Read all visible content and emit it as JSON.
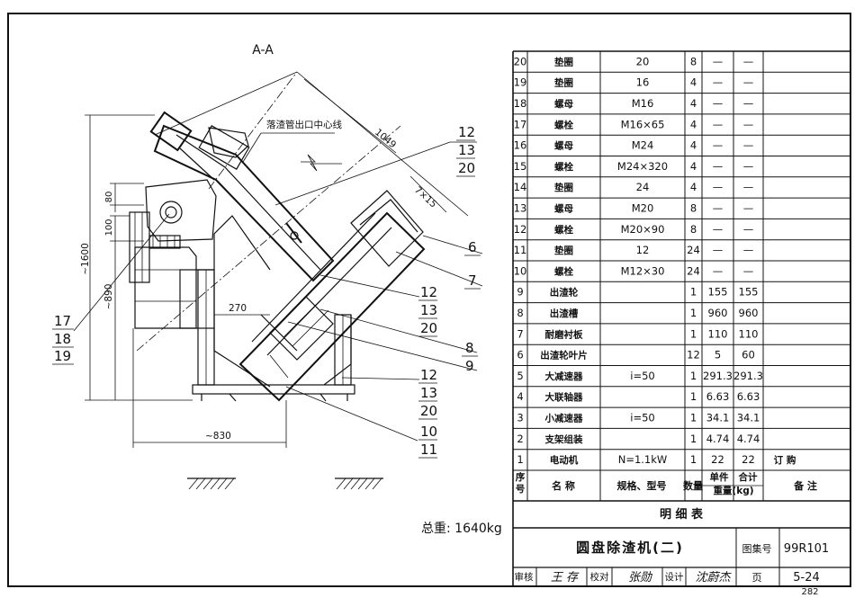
{
  "section_label": "A-A",
  "centerline_label": "落渣管出口中心线",
  "dims": {
    "d1049": "1049",
    "d7x15": "7×15",
    "d80": "80",
    "d100": "100",
    "d1600": "~1600",
    "d890": "~890",
    "d270": "270",
    "d830": "~830"
  },
  "callouts": {
    "c_12_13_20_top": [
      "12",
      "13",
      "20"
    ],
    "c6": "6",
    "c7": "7",
    "c_12_13_20_mid": [
      "12",
      "13",
      "20"
    ],
    "c8": "8",
    "c9": "9",
    "c_12_13_20_low": [
      "12",
      "13",
      "20"
    ],
    "c_10_11": [
      "10",
      "11"
    ],
    "c_17_18_19": [
      "17",
      "18",
      "19"
    ]
  },
  "total_weight": "总重: 1640kg",
  "parts": [
    {
      "no": "20",
      "name": "垫圈",
      "spec": "20",
      "qty": "8",
      "unit": "—",
      "total": "—",
      "note": ""
    },
    {
      "no": "19",
      "name": "垫圈",
      "spec": "16",
      "qty": "4",
      "unit": "—",
      "total": "—",
      "note": ""
    },
    {
      "no": "18",
      "name": "螺母",
      "spec": "M16",
      "qty": "4",
      "unit": "—",
      "total": "—",
      "note": ""
    },
    {
      "no": "17",
      "name": "螺栓",
      "spec": "M16×65",
      "qty": "4",
      "unit": "—",
      "total": "—",
      "note": ""
    },
    {
      "no": "16",
      "name": "螺母",
      "spec": "M24",
      "qty": "4",
      "unit": "—",
      "total": "—",
      "note": ""
    },
    {
      "no": "15",
      "name": "螺栓",
      "spec": "M24×320",
      "qty": "4",
      "unit": "—",
      "total": "—",
      "note": ""
    },
    {
      "no": "14",
      "name": "垫圈",
      "spec": "24",
      "qty": "4",
      "unit": "—",
      "total": "—",
      "note": ""
    },
    {
      "no": "13",
      "name": "螺母",
      "spec": "M20",
      "qty": "8",
      "unit": "—",
      "total": "—",
      "note": ""
    },
    {
      "no": "12",
      "name": "螺栓",
      "spec": "M20×90",
      "qty": "8",
      "unit": "—",
      "total": "—",
      "note": ""
    },
    {
      "no": "11",
      "name": "垫圈",
      "spec": "12",
      "qty": "24",
      "unit": "—",
      "total": "—",
      "note": ""
    },
    {
      "no": "10",
      "name": "螺栓",
      "spec": "M12×30",
      "qty": "24",
      "unit": "—",
      "total": "—",
      "note": ""
    },
    {
      "no": "9",
      "name": "出渣轮",
      "spec": "",
      "qty": "1",
      "unit": "155",
      "total": "155",
      "note": ""
    },
    {
      "no": "8",
      "name": "出渣槽",
      "spec": "",
      "qty": "1",
      "unit": "960",
      "total": "960",
      "note": ""
    },
    {
      "no": "7",
      "name": "耐磨衬板",
      "spec": "",
      "qty": "1",
      "unit": "110",
      "total": "110",
      "note": ""
    },
    {
      "no": "6",
      "name": "出渣轮叶片",
      "spec": "",
      "qty": "12",
      "unit": "5",
      "total": "60",
      "note": ""
    },
    {
      "no": "5",
      "name": "大减速器",
      "spec": "i=50",
      "qty": "1",
      "unit": "291.3",
      "total": "291.3",
      "note": ""
    },
    {
      "no": "4",
      "name": "大联轴器",
      "spec": "",
      "qty": "1",
      "unit": "6.63",
      "total": "6.63",
      "note": ""
    },
    {
      "no": "3",
      "name": "小减速器",
      "spec": "i=50",
      "qty": "1",
      "unit": "34.1",
      "total": "34.1",
      "note": ""
    },
    {
      "no": "2",
      "name": "支架组装",
      "spec": "",
      "qty": "1",
      "unit": "4.74",
      "total": "4.74",
      "note": ""
    },
    {
      "no": "1",
      "name": "电动机",
      "spec": "N=1.1kW",
      "qty": "1",
      "unit": "22",
      "total": "22",
      "note": "订 购"
    }
  ],
  "header": {
    "no_a": "序",
    "no_b": "号",
    "name": "名  称",
    "spec": "规格、型号",
    "qty": "数量",
    "unit": "单件",
    "total": "合计",
    "weight": "重量(kg)",
    "note": "备  注"
  },
  "table_title": "明    细    表",
  "drawing_title": "圆盘除渣机(二)",
  "atlas_label": "图集号",
  "atlas_no": "99R101",
  "page_label": "页",
  "page_no": "5-24",
  "sheet_no": "282",
  "signoff": {
    "review_label": "审核",
    "review_sig": "王 存",
    "check_label": "校对",
    "check_sig": "张勋",
    "design_label": "设计",
    "design_sig": "沈蔚杰"
  }
}
